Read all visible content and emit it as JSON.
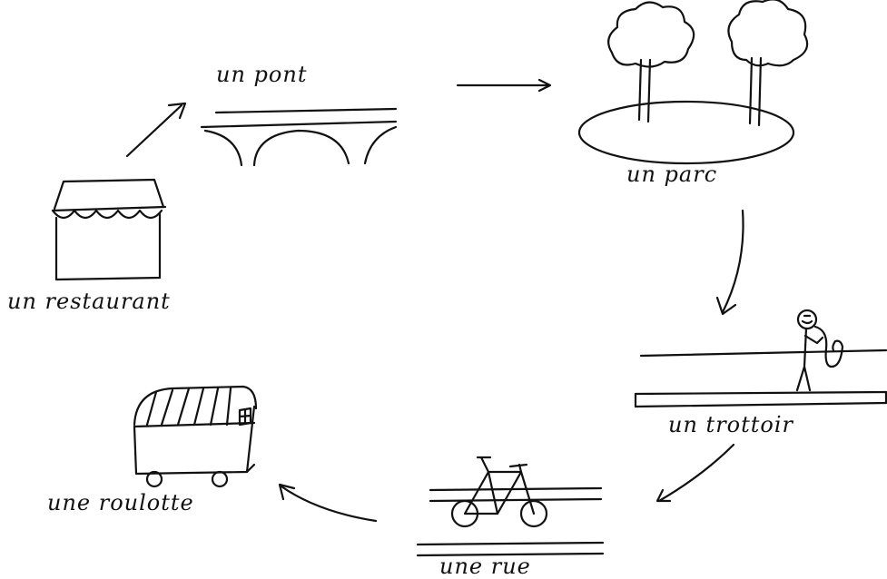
{
  "labels": {
    "pont": "un pont",
    "parc": "un parc",
    "trottoir": "un trottoir",
    "rue": "une rue",
    "roulotte": "une roulotte",
    "restaurant": "un restaurant"
  },
  "colors": {
    "ink": "#111111",
    "paper": "#ffffff"
  }
}
